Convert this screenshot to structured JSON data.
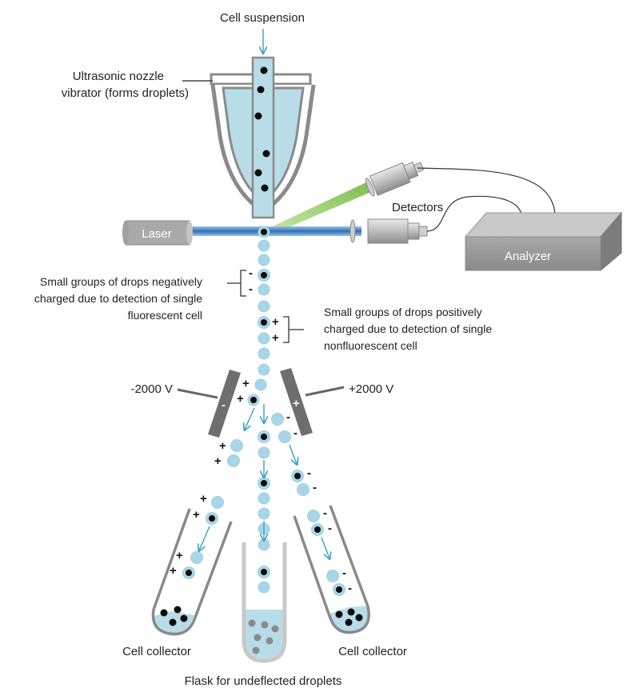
{
  "labels": {
    "cell_suspension": "Cell suspension",
    "nozzle_line1": "Ultrasonic nozzle",
    "nozzle_line2": "vibrator (forms droplets)",
    "laser": "Laser",
    "detectors": "Detectors",
    "analyzer": "Analyzer",
    "neg_line1": "Small groups of drops negatively",
    "neg_line2": "charged due to detection of single",
    "neg_line3": "fluorescent cell",
    "pos_line1": "Small groups of drops positively",
    "pos_line2": "charged due to detection of single",
    "pos_line3": "nonfluorescent cell",
    "neg_voltage": "-2000 V",
    "pos_voltage": "+2000 V",
    "left_collector": "Cell collector",
    "right_collector": "Cell collector",
    "flask": "Flask for undeflected droplets"
  },
  "symbols": {
    "plus": "+",
    "minus": "-"
  },
  "colors": {
    "fluid": "#b8dde8",
    "droplet": "#a8d6e6",
    "cell": "#0d0d0d",
    "laser_beam": "#2f6fb3",
    "fluorescence_beam": "#7ec242",
    "plate": "#6e6e6e",
    "instrument": "#b0b0b0",
    "arrow": "#3a9ec9"
  }
}
